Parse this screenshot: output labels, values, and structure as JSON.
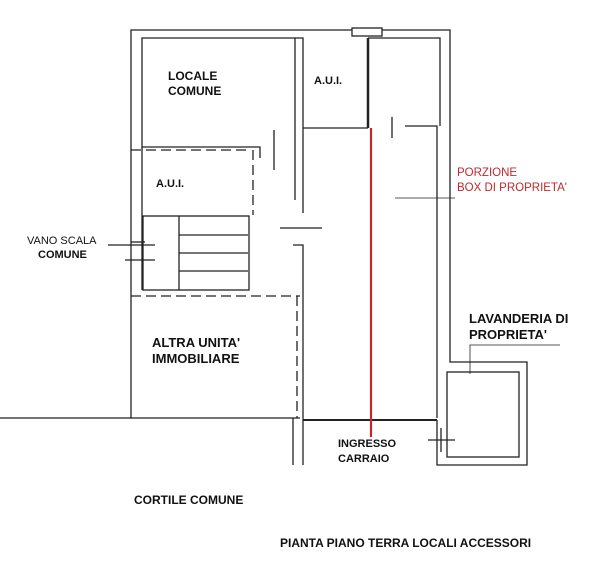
{
  "rooms": {
    "locale_comune": [
      "LOCALE",
      "COMUNE"
    ],
    "aui_top": "A.U.I.",
    "aui_left": "A.U.I.",
    "vano_scala": [
      "VANO SCALA",
      "COMUNE"
    ],
    "altra_unita": [
      "ALTRA UNITA'",
      "IMMOBILIARE"
    ],
    "porzione_box": [
      "PORZIONE",
      "BOX DI PROPRIETA'"
    ],
    "lavanderia": [
      "LAVANDERIA DI",
      "PROPRIETA'"
    ],
    "ingresso": [
      "INGRESSO",
      "CARRAIO"
    ],
    "cortile": "CORTILE COMUNE"
  },
  "title": "PIANTA PIANO TERRA LOCALI ACCESSORI",
  "colors": {
    "highlight": "#c0282d",
    "lines": "#222222"
  }
}
